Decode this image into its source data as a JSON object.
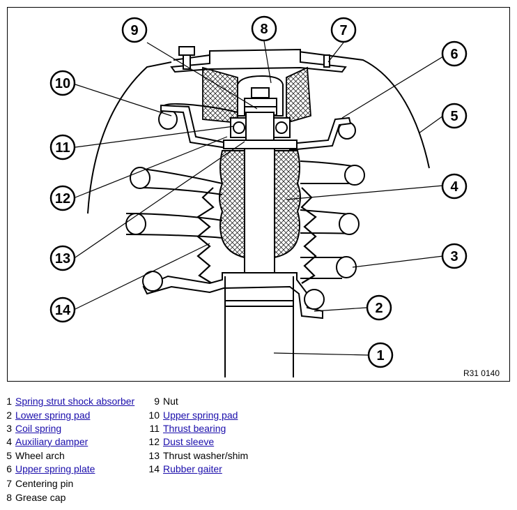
{
  "figure": {
    "reference_code": "R31 0140",
    "callouts": [
      "1",
      "2",
      "3",
      "4",
      "5",
      "6",
      "7",
      "8",
      "9",
      "10",
      "11",
      "12",
      "13",
      "14"
    ]
  },
  "legend": {
    "items": [
      {
        "num": "1",
        "label": "Spring strut shock absorber",
        "link": true
      },
      {
        "num": "2",
        "label": "Lower spring pad",
        "link": true
      },
      {
        "num": "3",
        "label": "Coil spring",
        "link": true
      },
      {
        "num": "4",
        "label": "Auxiliary damper",
        "link": true
      },
      {
        "num": "5",
        "label": "Wheel arch",
        "link": false
      },
      {
        "num": "6",
        "label": "Upper spring plate",
        "link": true
      },
      {
        "num": "7",
        "label": "Centering pin",
        "link": false
      },
      {
        "num": "8",
        "label": "Grease cap",
        "link": false
      },
      {
        "num": "9",
        "label": "Nut",
        "link": false
      },
      {
        "num": "10",
        "label": "Upper spring pad",
        "link": true
      },
      {
        "num": "11",
        "label": "Thrust bearing",
        "link": true
      },
      {
        "num": "12",
        "label": "Dust sleeve",
        "link": true
      },
      {
        "num": "13",
        "label": "Thrust washer/shim",
        "link": false
      },
      {
        "num": "14",
        "label": "Rubber gaiter",
        "link": true
      }
    ]
  }
}
